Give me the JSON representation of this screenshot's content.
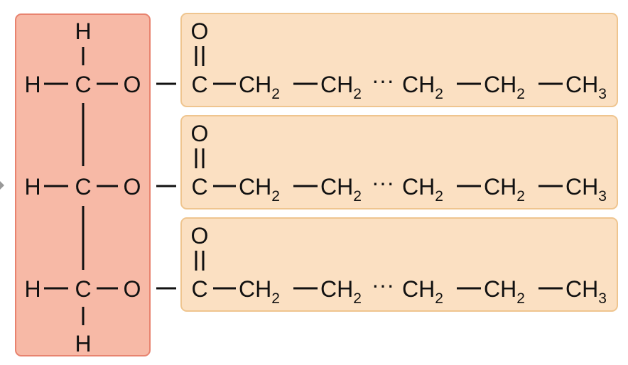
{
  "colors": {
    "glycerol_fill": "#f7b9a6",
    "glycerol_border": "#e8836f",
    "fatty_acid_fill": "#fbe0c2",
    "fatty_acid_border": "#efc58f",
    "bond": "#111111",
    "text": "#111111"
  },
  "glycerol": {
    "top_h": "H",
    "bottom_h": "H",
    "rows": [
      {
        "h": "H",
        "c": "C",
        "o": "O"
      },
      {
        "h": "H",
        "c": "C",
        "o": "O"
      },
      {
        "h": "H",
        "c": "C",
        "o": "O"
      }
    ]
  },
  "fatty_acids": [
    {
      "carbonyl_o": "O",
      "carbonyl_c": "C",
      "chain": [
        "CH",
        "CH",
        "CH",
        "CH",
        "CH"
      ],
      "subscripts": [
        "2",
        "2",
        "2",
        "2",
        "3"
      ],
      "ellipsis": "···"
    },
    {
      "carbonyl_o": "O",
      "carbonyl_c": "C",
      "chain": [
        "CH",
        "CH",
        "CH",
        "CH",
        "CH"
      ],
      "subscripts": [
        "2",
        "2",
        "2",
        "2",
        "3"
      ],
      "ellipsis": "···"
    },
    {
      "carbonyl_o": "O",
      "carbonyl_c": "C",
      "chain": [
        "CH",
        "CH",
        "CH",
        "CH",
        "CH"
      ],
      "subscripts": [
        "2",
        "2",
        "2",
        "2",
        "3"
      ],
      "ellipsis": "···"
    }
  ]
}
